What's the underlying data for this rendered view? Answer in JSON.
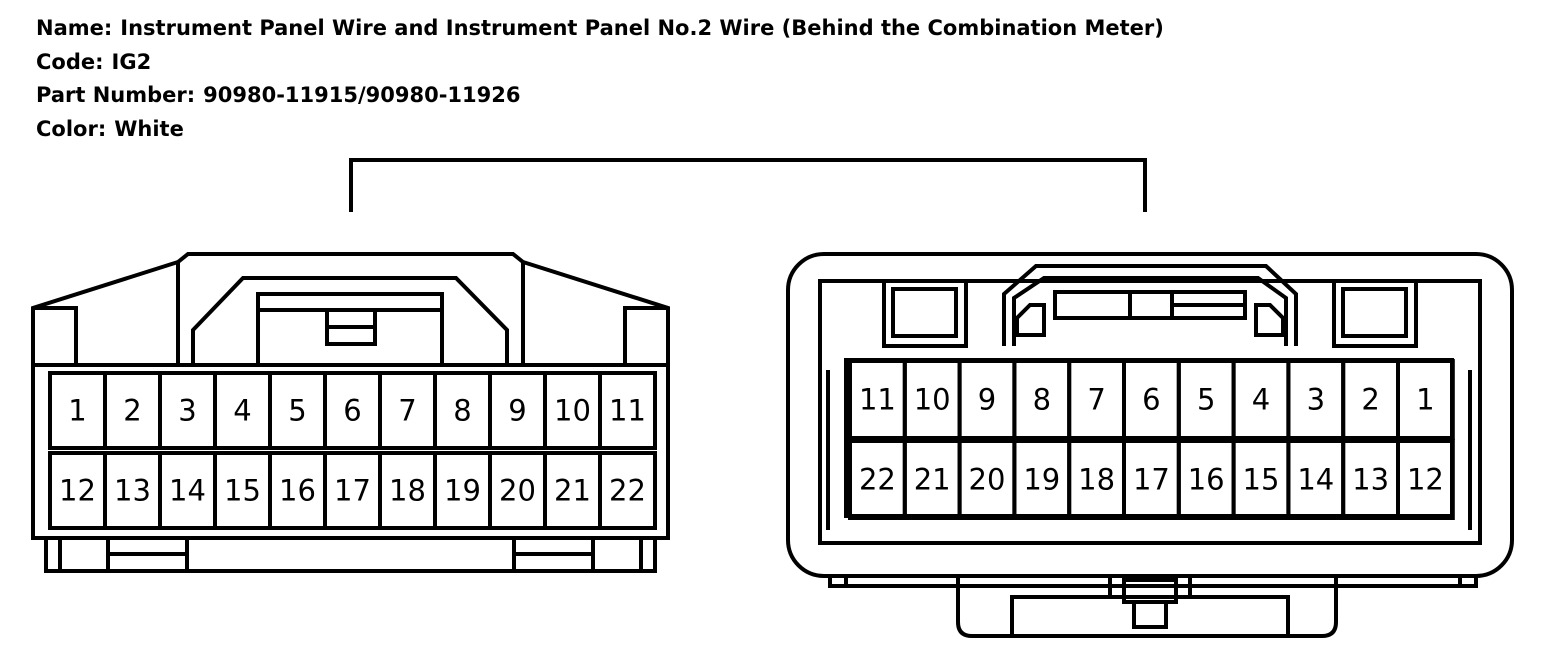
{
  "header": {
    "name_label": "Name:",
    "name_value": "Instrument Panel Wire and Instrument Panel No.2 Wire (Behind the Combination Meter)",
    "code_label": "Code:",
    "code_value": "IG2",
    "part_label": "Part Number:",
    "part_value": "90980-11915/90980-11926",
    "color_label": "Color:",
    "color_value": "White"
  },
  "male_connector": {
    "top_row": [
      "1",
      "2",
      "3",
      "4",
      "5",
      "6",
      "7",
      "8",
      "9",
      "10",
      "11"
    ],
    "bottom_row": [
      "12",
      "13",
      "14",
      "15",
      "16",
      "17",
      "18",
      "19",
      "20",
      "21",
      "22"
    ]
  },
  "female_connector": {
    "top_row": [
      "11",
      "10",
      "9",
      "8",
      "7",
      "6",
      "5",
      "4",
      "3",
      "2",
      "1"
    ],
    "bottom_row": [
      "22",
      "21",
      "20",
      "19",
      "18",
      "17",
      "16",
      "15",
      "14",
      "13",
      "12"
    ]
  }
}
